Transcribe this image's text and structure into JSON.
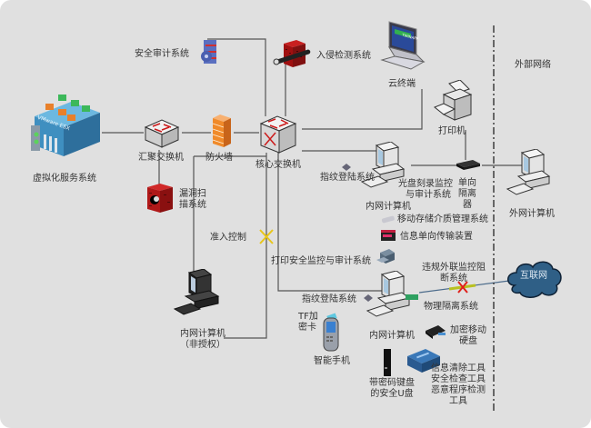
{
  "diagram": {
    "zones": {
      "external": "外部网络"
    },
    "nodes": {
      "virtual_server": "虚拟化服务系统",
      "aggregation_switch": "汇聚交换机",
      "firewall": "防火墙",
      "core_switch": "核心交换机",
      "security_audit": "安全审计系统",
      "ids": "入侵检测系统",
      "cloud_terminal": "云终端",
      "vuln_scan": "漏洞扫\n描系统",
      "printer": "打印机",
      "one_way_isolator": "单向\n隔离\n器",
      "external_pc": "外网计算机",
      "fingerprint_login_1": "指纹登陆系统",
      "disc_burn_audit": "光盘刻录监控\n与审计系统",
      "internal_pc_1": "内网计算机",
      "removable_media": "移动存储介质管理系统",
      "one_way_transfer": "信息单向传输装置",
      "access_control": "准入控制",
      "print_audit": "打印安全监控与审计系统",
      "illegal_outreach": "违规外联监控阻\n断系统",
      "internet": "互联网",
      "fingerprint_login_2": "指纹登陆系统",
      "physical_isolation": "物理隔离系统",
      "internal_pc_unauth": "内网计算机\n（非授权）",
      "tf_card": "TF加\n密卡",
      "smartphone": "智能手机",
      "internal_pc_2": "内网计算机",
      "encrypted_hdd": "加密移动\n硬盘",
      "secure_usb": "带密码键盘\n的安全U盘",
      "tools": "信息清除工具\n安全检查工具\n恶意程序检测\n工具",
      "vmware_label": "VMware ESX",
      "laptop_screen": "TWINAPP"
    },
    "colors": {
      "background": "#e0e0e0",
      "wire": "#555555",
      "blocked_marker": "#e8c61a",
      "blocked_x_red": "#e0201a",
      "firewall_orange": "#f08a2a",
      "brick_red": "#b01818",
      "server_blue": "#4a9fd0",
      "cloud_blue": "#2f5f86"
    }
  }
}
